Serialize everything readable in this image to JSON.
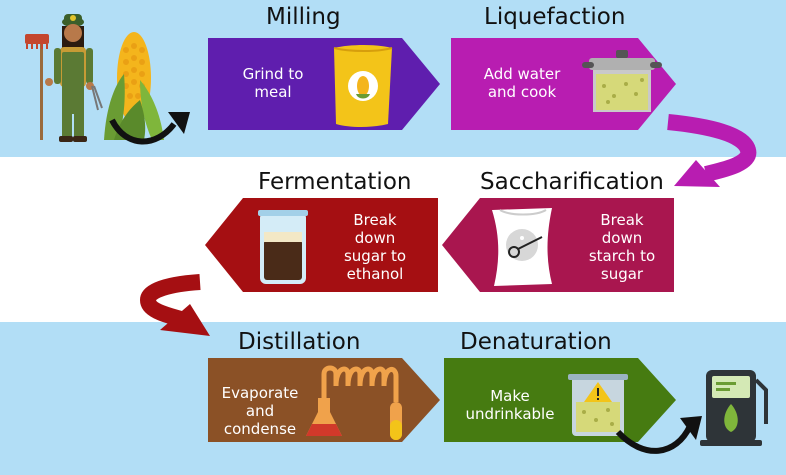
{
  "colors": {
    "milling": "#5f1eae",
    "liquefaction": "#b81db1",
    "saccharification": "#a9164f",
    "fermentation": "#a50f12",
    "distillation": "#8b5126",
    "denaturation": "#467b11",
    "band": "#b2def6"
  },
  "steps": {
    "milling": {
      "title": "Milling",
      "line1": "Grind to",
      "line2": "meal"
    },
    "liquefaction": {
      "title": "Liquefaction",
      "line1": "Add water",
      "line2": "and cook"
    },
    "saccharification": {
      "title": "Saccharification",
      "line1": "Break",
      "line2": "down",
      "line3": "starch to",
      "line4": "sugar"
    },
    "fermentation": {
      "title": "Fermentation",
      "line1": "Break",
      "line2": "down",
      "line3": "sugar to",
      "line4": "ethanol"
    },
    "distillation": {
      "title": "Distillation",
      "line1": "Evaporate",
      "line2": "and",
      "line3": "condense"
    },
    "denaturation": {
      "title": "Denaturation",
      "line1": "Make",
      "line2": "undrinkable"
    }
  },
  "icons": {
    "farmer": "farmer-icon",
    "corn": "corn-icon",
    "meal_bag": "meal-bag-icon",
    "cooking_pot": "cooking-pot-icon",
    "sugar_sack": "sugar-sack-icon",
    "beaker": "beaker-icon",
    "distiller": "distillation-apparatus-icon",
    "warning_beaker": "warning-beaker-icon",
    "fuel_pump": "fuel-pump-icon"
  }
}
